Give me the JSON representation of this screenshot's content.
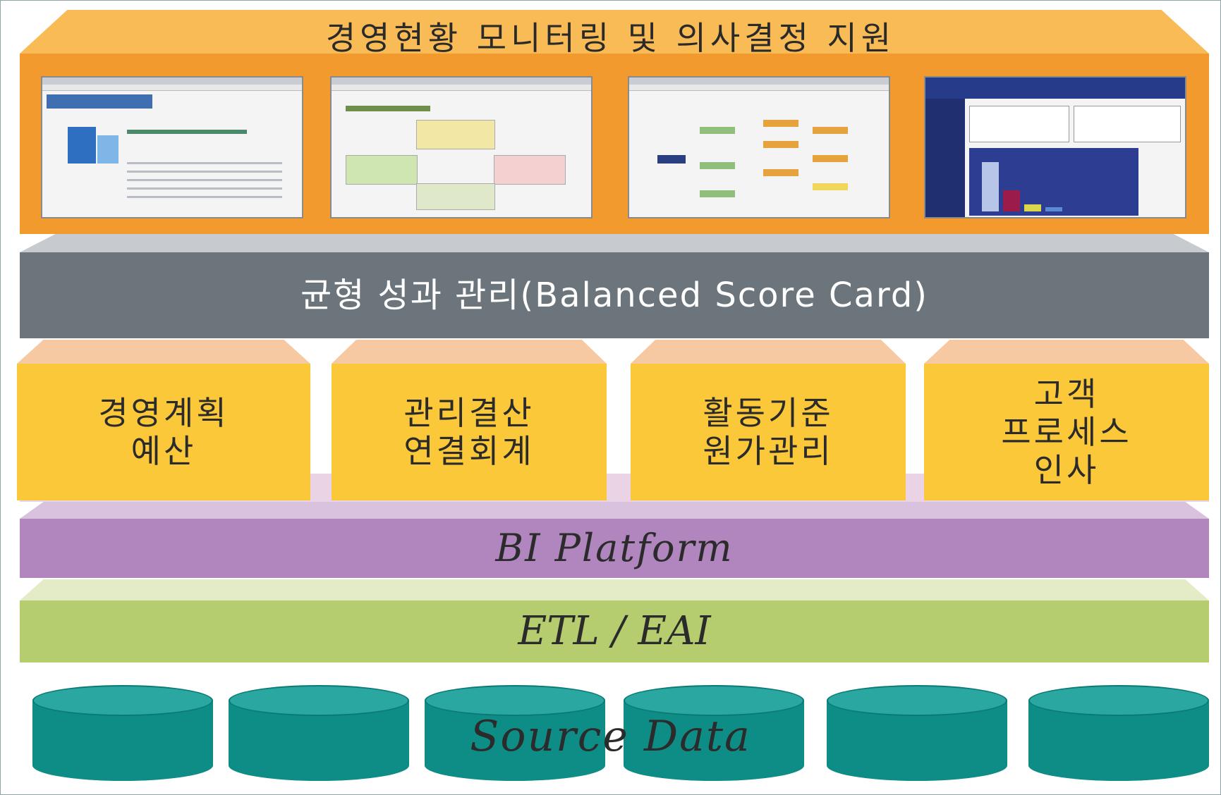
{
  "layers": {
    "decision_support": {
      "title": "경영현황 모니터링 및 의사결정 지원"
    },
    "bsc": {
      "label": "균형 성과 관리(Balanced Score Card)"
    },
    "modules": [
      {
        "lines": [
          "경영계획",
          "예산"
        ]
      },
      {
        "lines": [
          "관리결산",
          "연결회계"
        ]
      },
      {
        "lines": [
          "활동기준",
          "원가관리"
        ]
      },
      {
        "lines": [
          "고객",
          "프로세스",
          "인사"
        ]
      }
    ],
    "bi_platform": {
      "label": "BI Platform"
    },
    "etl_eai": {
      "label": "ETL / EAI"
    },
    "source_data": {
      "label": "Source Data"
    }
  },
  "colors": {
    "top_orange": "#f39a2e",
    "bsc_gray": "#6c757b",
    "module_yellow": "#fbc83a",
    "bi_purple": "#b185bd",
    "etl_green": "#b5cc6f",
    "db_teal": "#0e8c86"
  }
}
